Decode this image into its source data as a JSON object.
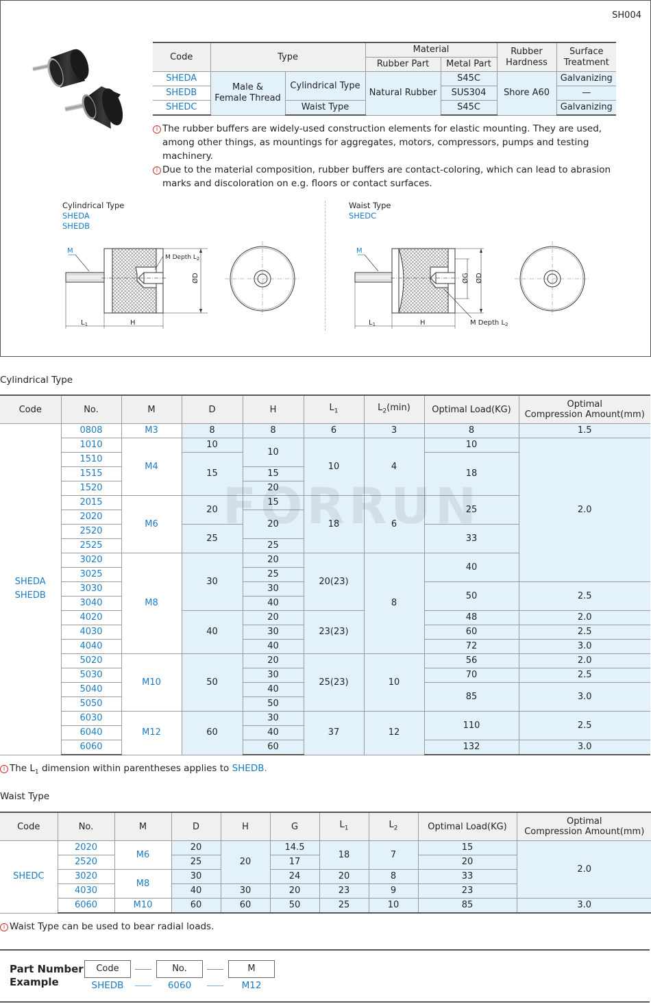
{
  "page_code": "SH004",
  "material_table": {
    "headers": {
      "code": "Code",
      "type": "Type",
      "material": "Material",
      "rubber_part": "Rubber Part",
      "metal_part": "Metal Part",
      "hardness_1": "Rubber",
      "hardness_2": "Hardness",
      "surface_1": "Surface",
      "surface_2": "Treatment"
    },
    "codes": [
      "SHEDA",
      "SHEDB",
      "SHEDC"
    ],
    "thread_1": "Male &",
    "thread_2": "Female Thread",
    "types": [
      "Cylindrical Type",
      "Waist Type"
    ],
    "rubber": "Natural Rubber",
    "metals": [
      "S45C",
      "SUS304",
      "S45C"
    ],
    "hardness": "Shore A60",
    "surfaces": [
      "Galvanizing",
      "—",
      "Galvanizing"
    ]
  },
  "notes_top": [
    [
      "The rubber buffers are widely-used construction elements for elastic mounting. They are used,",
      "among other things, as mountings for aggregates, motors, compressors, pumps and testing machinery."
    ],
    [
      "Due to the material composition, rubber buffers are contact-coloring, which can lead to abrasion",
      "marks and discoloration on e.g. floors or contact surfaces."
    ]
  ],
  "diagrams": {
    "cyl": {
      "title": "Cylindrical Type",
      "codes": [
        "SHEDA",
        "SHEDB"
      ],
      "m": "M",
      "mdepth": "M Depth L",
      "sub2": "2",
      "d": "ØD",
      "l": "L",
      "sub1": "1",
      "h": "H"
    },
    "waist": {
      "title": "Waist Type",
      "codes": [
        "SHEDC"
      ],
      "m": "M",
      "mdepth": "M Depth L",
      "sub2": "2",
      "g": "ØG",
      "d": "ØD",
      "l": "L",
      "sub1": "1",
      "h": "H"
    }
  },
  "cyl_section_title": "Cylindrical Type",
  "cyl_headers": {
    "code": "Code",
    "no": "No.",
    "m": "M",
    "d": "D",
    "h": "H",
    "l1": "L",
    "l1_sub": "1",
    "l2": "L",
    "l2_sub": "2",
    "l2_suffix": "(min)",
    "load": "Optimal Load(KG)",
    "comp_1": "Optimal",
    "comp_2": "Compression Amount(mm)"
  },
  "cyl_code_1": "SHEDA",
  "cyl_code_2": "SHEDB",
  "cyl_rows": [
    {
      "no": "0808",
      "m": "M3",
      "d": "8",
      "h": "8",
      "l1": "6",
      "l2": "3",
      "load": "8",
      "comp": "1.5"
    },
    {
      "no": "1010",
      "m": "M4",
      "d": "10",
      "h": "10",
      "l1": "10",
      "l2": "4",
      "load": "10",
      "comp": "2.0"
    },
    {
      "no": "1510",
      "m": "M4",
      "d": "15",
      "h": "10",
      "l1": "10",
      "l2": "4",
      "load": "18",
      "comp": "2.0"
    },
    {
      "no": "1515",
      "m": "M4",
      "d": "15",
      "h": "15",
      "l1": "10",
      "l2": "4",
      "load": "18",
      "comp": "2.0"
    },
    {
      "no": "1520",
      "m": "M4",
      "d": "15",
      "h": "20",
      "l1": "10",
      "l2": "4",
      "load": "18",
      "comp": "2.0"
    },
    {
      "no": "2015",
      "m": "M6",
      "d": "20",
      "h": "15",
      "l1": "18",
      "l2": "6",
      "load": "25",
      "comp": "2.0"
    },
    {
      "no": "2020",
      "m": "M6",
      "d": "20",
      "h": "20",
      "l1": "18",
      "l2": "6",
      "load": "25",
      "comp": "2.0"
    },
    {
      "no": "2520",
      "m": "M6",
      "d": "25",
      "h": "20",
      "l1": "18",
      "l2": "6",
      "load": "33",
      "comp": "2.0"
    },
    {
      "no": "2525",
      "m": "M6",
      "d": "25",
      "h": "25",
      "l1": "18",
      "l2": "6",
      "load": "33",
      "comp": "2.0"
    },
    {
      "no": "3020",
      "m": "M8",
      "d": "30",
      "h": "20",
      "l1": "20(23)",
      "l2": "8",
      "load": "40",
      "comp": "2.0"
    },
    {
      "no": "3025",
      "m": "M8",
      "d": "30",
      "h": "25",
      "l1": "20(23)",
      "l2": "8",
      "load": "40",
      "comp": "2.0"
    },
    {
      "no": "3030",
      "m": "M8",
      "d": "30",
      "h": "30",
      "l1": "20(23)",
      "l2": "8",
      "load": "50",
      "comp": "2.5"
    },
    {
      "no": "3040",
      "m": "M8",
      "d": "30",
      "h": "40",
      "l1": "20(23)",
      "l2": "8",
      "load": "50",
      "comp": "2.5"
    },
    {
      "no": "4020",
      "m": "M8",
      "d": "40",
      "h": "20",
      "l1": "23(23)",
      "l2": "8",
      "load": "48",
      "comp": "2.0"
    },
    {
      "no": "4030",
      "m": "M8",
      "d": "40",
      "h": "30",
      "l1": "23(23)",
      "l2": "8",
      "load": "60",
      "comp": "2.5"
    },
    {
      "no": "4040",
      "m": "M8",
      "d": "40",
      "h": "40",
      "l1": "23(23)",
      "l2": "8",
      "load": "72",
      "comp": "3.0"
    },
    {
      "no": "5020",
      "m": "M10",
      "d": "50",
      "h": "20",
      "l1": "25(23)",
      "l2": "10",
      "load": "56",
      "comp": "2.0"
    },
    {
      "no": "5030",
      "m": "M10",
      "d": "50",
      "h": "30",
      "l1": "25(23)",
      "l2": "10",
      "load": "70",
      "comp": "2.5"
    },
    {
      "no": "5040",
      "m": "M10",
      "d": "50",
      "h": "40",
      "l1": "25(23)",
      "l2": "10",
      "load": "85",
      "comp": "3.0"
    },
    {
      "no": "5050",
      "m": "M10",
      "d": "50",
      "h": "50",
      "l1": "25(23)",
      "l2": "10",
      "load": "85",
      "comp": "3.0"
    },
    {
      "no": "6030",
      "m": "M12",
      "d": "60",
      "h": "30",
      "l1": "37",
      "l2": "12",
      "load": "110",
      "comp": "2.5"
    },
    {
      "no": "6040",
      "m": "M12",
      "d": "60",
      "h": "40",
      "l1": "37",
      "l2": "12",
      "load": "110",
      "comp": "2.5"
    },
    {
      "no": "6060",
      "m": "M12",
      "d": "60",
      "h": "60",
      "l1": "37",
      "l2": "12",
      "load": "132",
      "comp": "3.0"
    }
  ],
  "watermark": "FORRUN",
  "cyl_note": {
    "a": "The L",
    "sub": "1",
    "b": " dimension within parentheses applies to ",
    "code": "SHEDB."
  },
  "waist_section_title": "Waist Type",
  "waist_headers": {
    "code": "Code",
    "no": "No.",
    "m": "M",
    "d": "D",
    "h": "H",
    "g": "G",
    "l1": "L",
    "l1_sub": "1",
    "l2": "L",
    "l2_sub": "2",
    "load": "Optimal Load(KG)",
    "comp_1": "Optimal",
    "comp_2": "Compression Amount(mm)"
  },
  "waist_code": "SHEDC",
  "waist_rows": [
    {
      "no": "2020",
      "m": "M6",
      "d": "20",
      "h": "20",
      "g": "14.5",
      "l1": "18",
      "l2": "7",
      "load": "15",
      "comp": "2.0"
    },
    {
      "no": "2520",
      "m": "M6",
      "d": "25",
      "h": "20",
      "g": "17",
      "l1": "18",
      "l2": "7",
      "load": "20",
      "comp": "2.0"
    },
    {
      "no": "3020",
      "m": "M8",
      "d": "30",
      "h": "20",
      "g": "24",
      "l1": "20",
      "l2": "8",
      "load": "33",
      "comp": "2.0"
    },
    {
      "no": "4030",
      "m": "M8",
      "d": "40",
      "h": "30",
      "g": "20",
      "l1": "23",
      "l2": "9",
      "load": "23",
      "comp": "2.0"
    },
    {
      "no": "6060",
      "m": "M10",
      "d": "60",
      "h": "60",
      "g": "50",
      "l1": "25",
      "l2": "10",
      "load": "85",
      "comp": "3.0"
    }
  ],
  "waist_note": "Waist Type can be used to bear radial loads.",
  "part_number": {
    "title_1": "Part Number",
    "title_2": "Example",
    "fields": [
      "Code",
      "No.",
      "M"
    ],
    "example": [
      "SHEDB",
      "6060",
      "M12"
    ]
  },
  "colors": {
    "accent": "#1b7bc1",
    "cell_bg": "#e3f1fb",
    "header_bg": "#f0f0f0"
  }
}
